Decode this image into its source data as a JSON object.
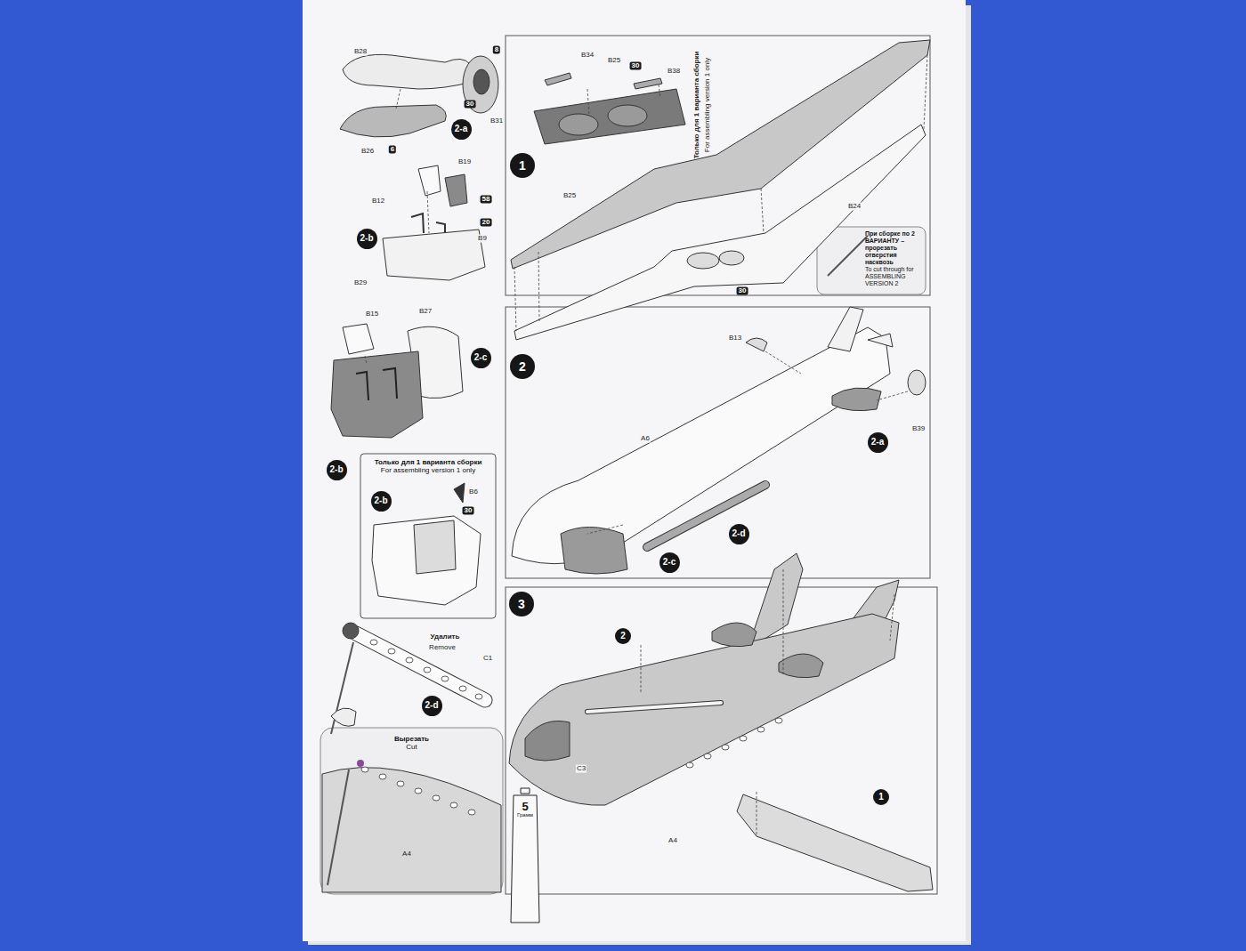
{
  "diagram": {
    "nodes": [
      {
        "text": [
          "2-a"
        ]
      },
      {
        "text": [
          "2-b"
        ]
      },
      {
        "text": [
          "2-c"
        ]
      },
      {
        "text": [
          "2-b"
        ]
      },
      {
        "text": [
          "Только для 1 варианта сборки",
          "For assembling version 1 only"
        ]
      },
      {
        "text": [
          "2-b"
        ],
        "in": 4
      },
      {
        "text": [
          "2-d"
        ]
      },
      {
        "text": [
          "Вырезать",
          "Cut"
        ]
      },
      {
        "text": [
          "1"
        ]
      },
      {
        "text": [
          "При сборке по 2 ВАРИАНТУ – прорезать отверстия насквозь",
          "To cut through for ASSEMBLING VERSION 2"
        ]
      },
      {
        "text": [
          "2"
        ]
      },
      {
        "text": [
          "2-a"
        ]
      },
      {
        "text": [
          "2-d"
        ]
      },
      {
        "text": [
          "2-c"
        ]
      },
      {
        "text": [
          "3"
        ]
      },
      {
        "text": [
          "2"
        ]
      },
      {
        "text": [
          "5",
          "Грамм"
        ]
      },
      {
        "text": [
          "1"
        ]
      }
    ],
    "labels": [
      "B28",
      "8",
      "30",
      "B31",
      "B26",
      "6",
      "B19",
      "B12",
      "58",
      "20",
      "B9",
      "B29",
      "B15",
      "B27",
      "B6",
      "30",
      "Удалить",
      "Remove",
      "C1",
      "A4",
      "B34",
      "B25",
      "30",
      "B38",
      "Только для 1 варианта сборки",
      "For assembling version 1 only",
      "B25",
      "B24",
      "30",
      "B13",
      "B39",
      "A6",
      "C3",
      "A4"
    ]
  }
}
